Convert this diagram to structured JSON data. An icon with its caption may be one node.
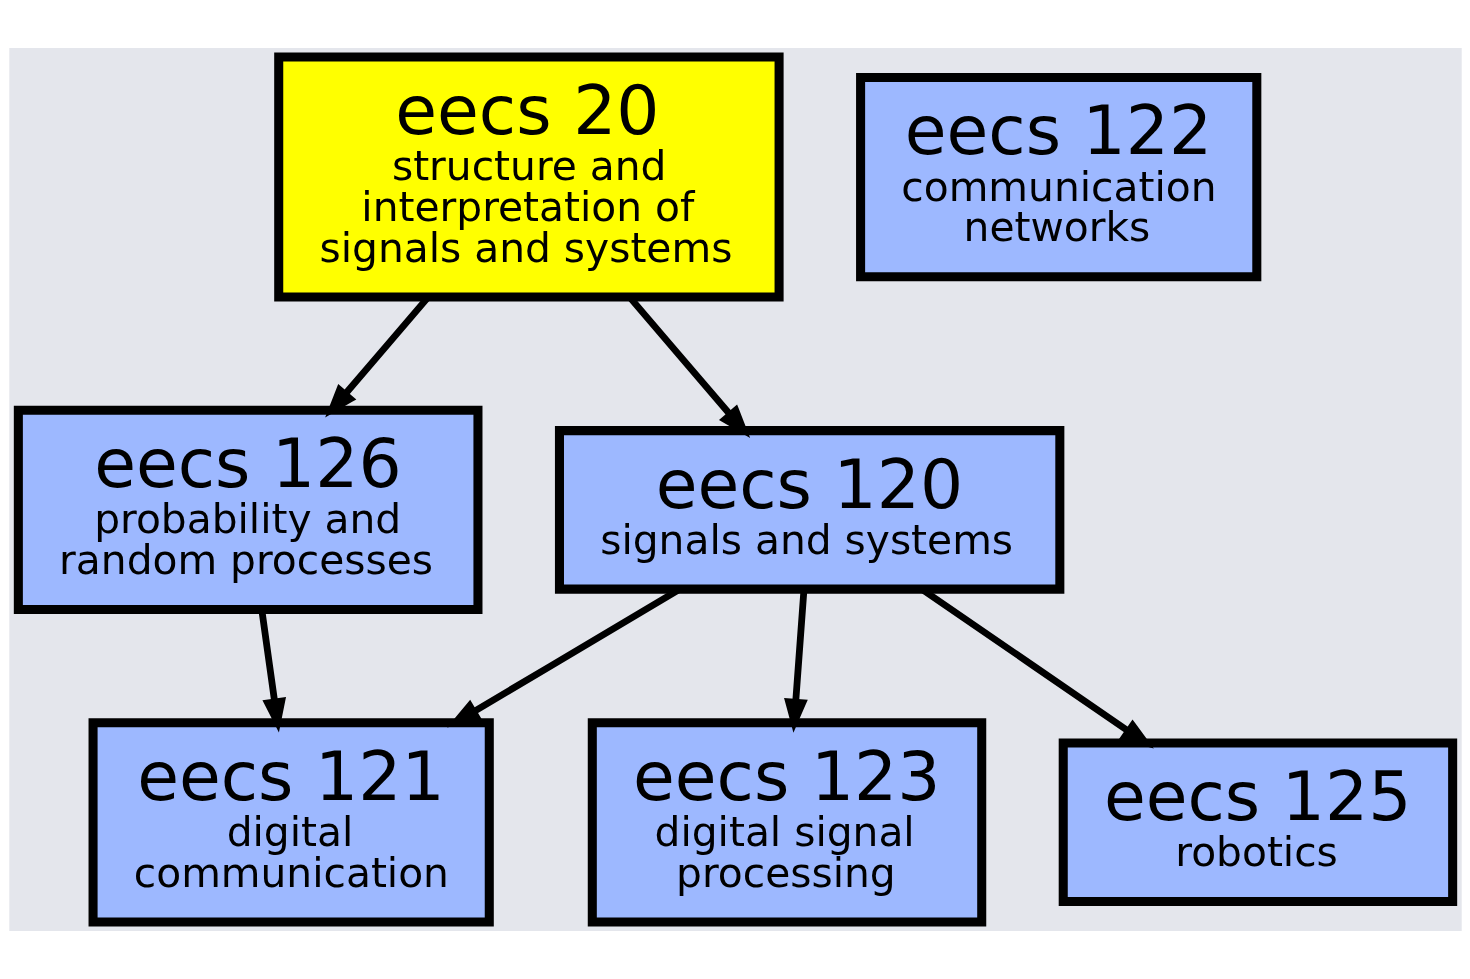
{
  "diagram": {
    "nodes": [
      {
        "text": [
          "eecs 20",
          "structure and interpretation of signals and systems"
        ]
      },
      {
        "text": [
          "eecs 122",
          "communication networks"
        ]
      },
      {
        "text": [
          "eecs 126",
          "probability and random processes"
        ]
      },
      {
        "text": [
          "eecs 120",
          "signals and systems"
        ]
      },
      {
        "text": [
          "eecs 121",
          "digital communication"
        ]
      },
      {
        "text": [
          "eecs 123",
          "digital signal processing"
        ]
      },
      {
        "text": [
          "eecs 125",
          "robotics"
        ]
      }
    ],
    "edges": [
      {
        "from": 0,
        "to": 2,
        "arrow": "to"
      },
      {
        "from": 0,
        "to": 3,
        "arrow": "to"
      },
      {
        "from": 2,
        "to": 4,
        "arrow": "to"
      },
      {
        "from": 3,
        "to": 4,
        "arrow": "to"
      },
      {
        "from": 3,
        "to": 5,
        "arrow": "to"
      },
      {
        "from": 3,
        "to": 6,
        "arrow": "to"
      }
    ]
  }
}
